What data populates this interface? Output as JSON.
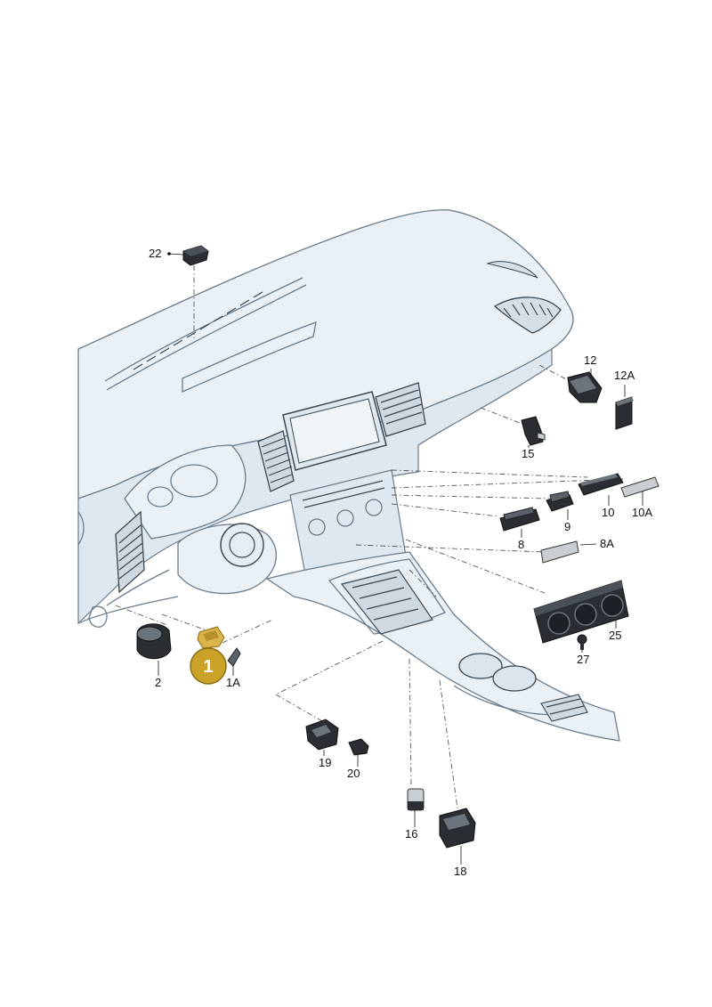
{
  "callouts": [
    {
      "id": "22",
      "text": "22"
    },
    {
      "id": "12",
      "text": "12"
    },
    {
      "id": "12A",
      "text": "12A"
    },
    {
      "id": "15",
      "text": "15"
    },
    {
      "id": "10",
      "text": "10"
    },
    {
      "id": "10A",
      "text": "10A"
    },
    {
      "id": "9",
      "text": "9"
    },
    {
      "id": "8",
      "text": "8"
    },
    {
      "id": "8A",
      "text": "8A"
    },
    {
      "id": "25",
      "text": "25"
    },
    {
      "id": "27",
      "text": "27"
    },
    {
      "id": "2",
      "text": "2"
    },
    {
      "id": "1A",
      "text": "1A"
    },
    {
      "id": "19",
      "text": "19"
    },
    {
      "id": "20",
      "text": "20"
    },
    {
      "id": "16",
      "text": "16"
    },
    {
      "id": "18",
      "text": "18"
    }
  ],
  "highlight": {
    "text": "1",
    "color": "#c9a227"
  },
  "colors": {
    "panel": "#e9f1f7",
    "outline": "#6a7c8c",
    "part": "#2a2d31"
  }
}
